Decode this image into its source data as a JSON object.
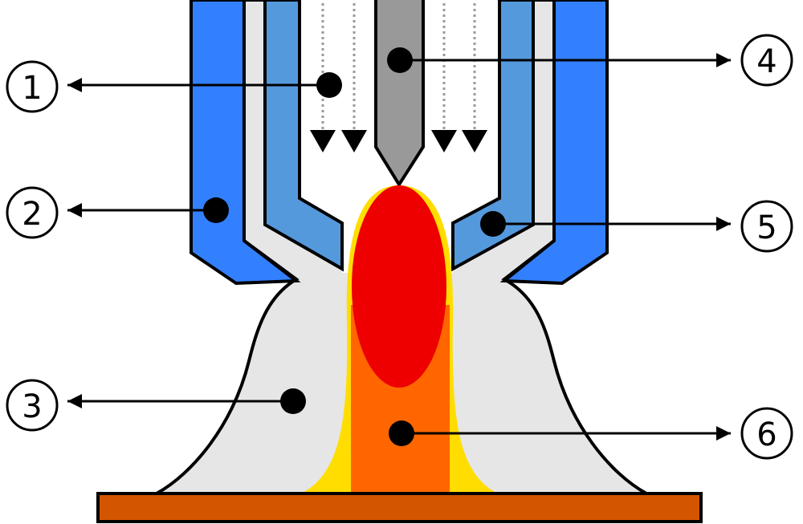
{
  "colors": {
    "outer_nozzle": "#3380ff",
    "inner_nozzle": "#5599dd",
    "shielding_gas": "#e6e6e6",
    "electrode": "#999999",
    "arc_outer": "#ffdd00",
    "arc_core": "#ff6600",
    "arc_hot": "#ee0000",
    "workpiece": "#d45500"
  },
  "labels": [
    {
      "id": "1",
      "text": "1"
    },
    {
      "id": "2",
      "text": "2"
    },
    {
      "id": "3",
      "text": "3"
    },
    {
      "id": "4",
      "text": "4"
    },
    {
      "id": "5",
      "text": "5"
    },
    {
      "id": "6",
      "text": "6"
    }
  ]
}
